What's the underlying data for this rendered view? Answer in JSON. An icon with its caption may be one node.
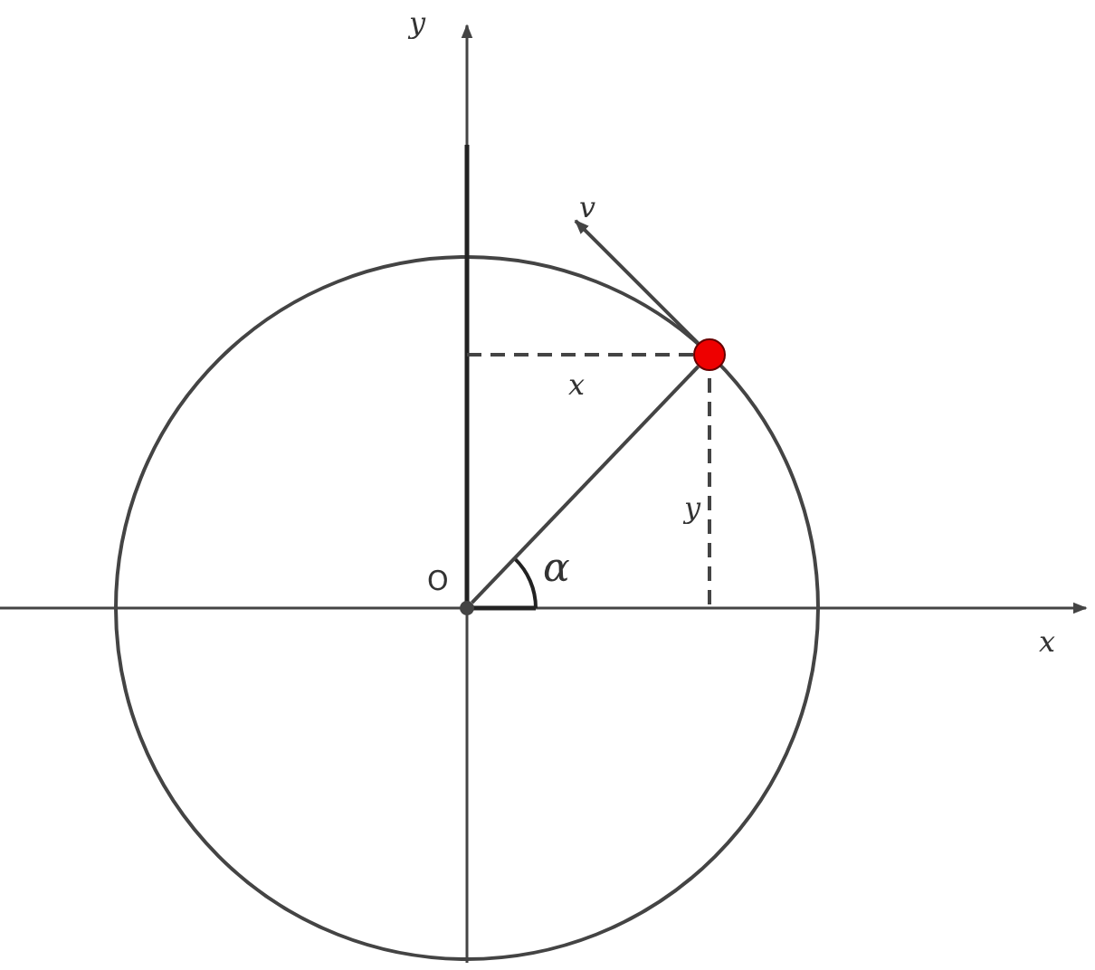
{
  "diagram": {
    "nodes": [
      {
        "text": [],
        "shape": "circle"
      },
      {
        "text": [],
        "shape": "circle",
        "beside": [
          "O"
        ]
      }
    ],
    "edges": [
      {
        "from": 0,
        "to": null,
        "arrow": "to",
        "label": "v"
      },
      {
        "from": 1,
        "to": 0,
        "arrow": "none"
      }
    ],
    "labels": [
      "y",
      "x",
      "y",
      "α",
      "x"
    ]
  }
}
